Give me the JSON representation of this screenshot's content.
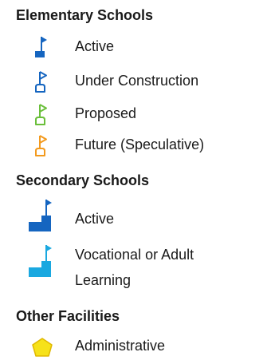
{
  "legend": {
    "sections": [
      {
        "title": "Elementary Schools",
        "items": [
          {
            "label": "Active",
            "icon": "solid-flag-icon",
            "color": "#1565c0"
          },
          {
            "label": "Under Construction",
            "icon": "outline-flag-icon",
            "color": "#1565c0"
          },
          {
            "label": "Proposed",
            "icon": "outline-flag-icon",
            "color": "#6abf3a"
          },
          {
            "label": "Future (Speculative)",
            "icon": "outline-flag-icon",
            "color": "#f39a1e"
          }
        ]
      },
      {
        "title": "Secondary Schools",
        "items": [
          {
            "label": "Active",
            "icon": "stepped-flag-icon",
            "color": "#1565c0"
          },
          {
            "label": "Vocational or Adult",
            "label_line2": "Learning",
            "icon": "stepped-flag-icon",
            "color": "#1aa8e0"
          }
        ]
      },
      {
        "title": "Other Facilities",
        "items": [
          {
            "label": "Administrative",
            "icon": "pentagon-icon",
            "color": "#f6e21a"
          }
        ]
      }
    ]
  }
}
